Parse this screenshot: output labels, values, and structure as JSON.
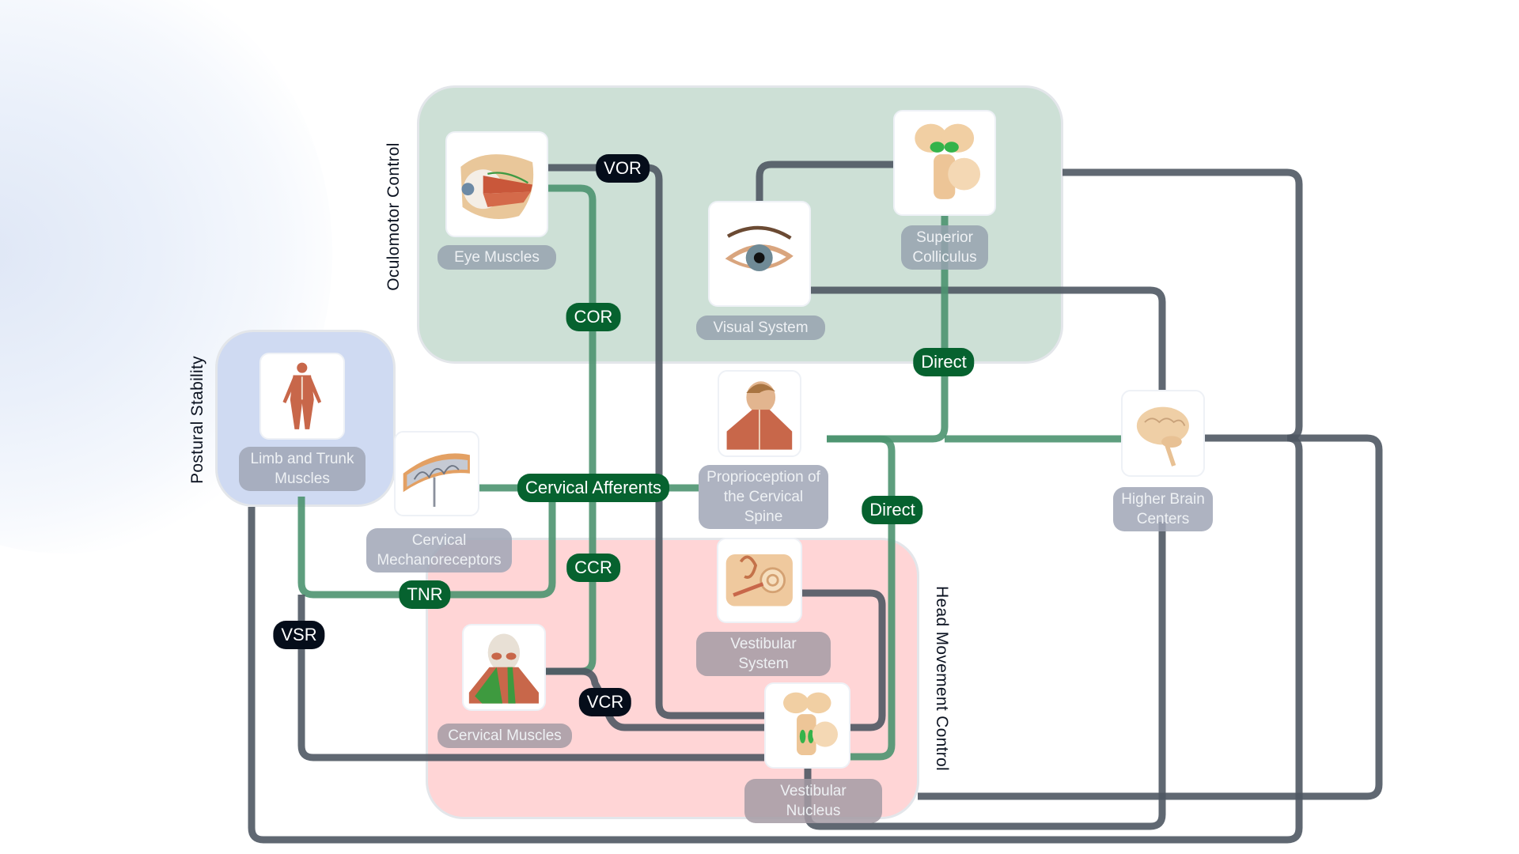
{
  "groups": {
    "oculomotor": "Oculomotor Control",
    "postural": "Postural Stability",
    "head": "Head Movement Control"
  },
  "nodes": {
    "eye_muscles": "Eye Muscles",
    "visual_system": "Visual System",
    "superior_colliculus": "Superior Colliculus",
    "limb_trunk": "Limb and Trunk Muscles",
    "cervical_mechano": "Cervical Mechanoreceptors",
    "proprioception": "Proprioception of the Cervical Spine",
    "higher_brain": "Higher Brain Centers",
    "vestibular_system": "Vestibular System",
    "cervical_muscles": "Cervical Muscles",
    "vestibular_nucleus": "Vestibular Nucleus"
  },
  "edges": {
    "vor": "VOR",
    "cor": "COR",
    "direct1": "Direct",
    "direct2": "Direct",
    "cervical_afferents": "Cervical Afferents",
    "ccr": "CCR",
    "tnr": "TNR",
    "vsr": "VSR",
    "vcr": "VCR"
  },
  "colors": {
    "oculomotor_bg": "#cde0d6",
    "postural_bg": "#cfdaf2",
    "head_bg": "#ffd5d6",
    "link_dark": "#4f5863",
    "link_green": "#4d9470",
    "badge_green": "#06622f",
    "badge_dark": "#050d1a"
  }
}
